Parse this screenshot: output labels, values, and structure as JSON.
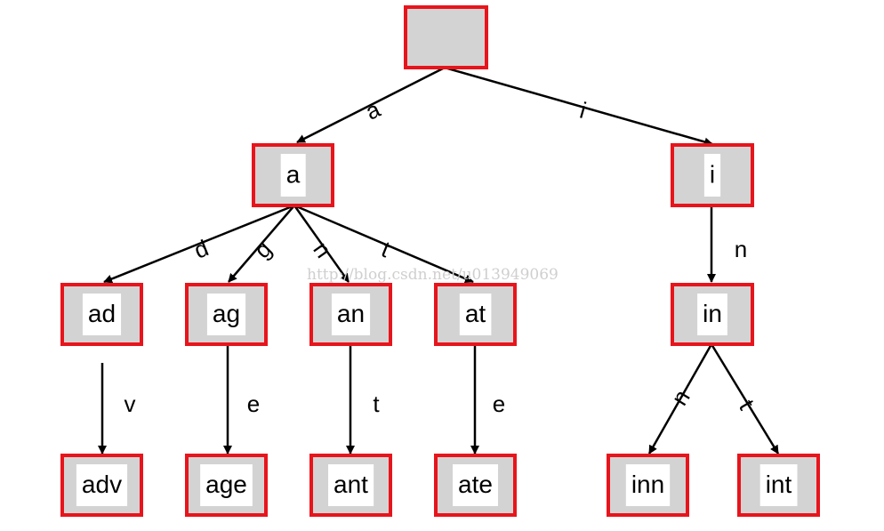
{
  "diagram": {
    "watermark": "http://blog.csdn.net/u013949069",
    "nodes": [
      {
        "id": "root",
        "label": ""
      },
      {
        "id": "a",
        "label": "a"
      },
      {
        "id": "i",
        "label": "i"
      },
      {
        "id": "ad",
        "label": "ad"
      },
      {
        "id": "ag",
        "label": "ag"
      },
      {
        "id": "an",
        "label": "an"
      },
      {
        "id": "at",
        "label": "at"
      },
      {
        "id": "in",
        "label": "in"
      },
      {
        "id": "adv",
        "label": "adv"
      },
      {
        "id": "age",
        "label": "age"
      },
      {
        "id": "ant",
        "label": "ant"
      },
      {
        "id": "ate",
        "label": "ate"
      },
      {
        "id": "inn",
        "label": "inn"
      },
      {
        "id": "int",
        "label": "int"
      }
    ],
    "edges": [
      {
        "from": "root",
        "to": "a",
        "label": "a"
      },
      {
        "from": "root",
        "to": "i",
        "label": "i"
      },
      {
        "from": "a",
        "to": "ad",
        "label": "d"
      },
      {
        "from": "a",
        "to": "ag",
        "label": "g"
      },
      {
        "from": "a",
        "to": "an",
        "label": "n"
      },
      {
        "from": "a",
        "to": "at",
        "label": "t"
      },
      {
        "from": "i",
        "to": "in",
        "label": "n"
      },
      {
        "from": "ad",
        "to": "adv",
        "label": "v"
      },
      {
        "from": "ag",
        "to": "age",
        "label": "e"
      },
      {
        "from": "an",
        "to": "ant",
        "label": "t"
      },
      {
        "from": "at",
        "to": "ate",
        "label": "e"
      },
      {
        "from": "in",
        "to": "inn",
        "label": "n"
      },
      {
        "from": "in",
        "to": "int",
        "label": "t"
      }
    ]
  }
}
